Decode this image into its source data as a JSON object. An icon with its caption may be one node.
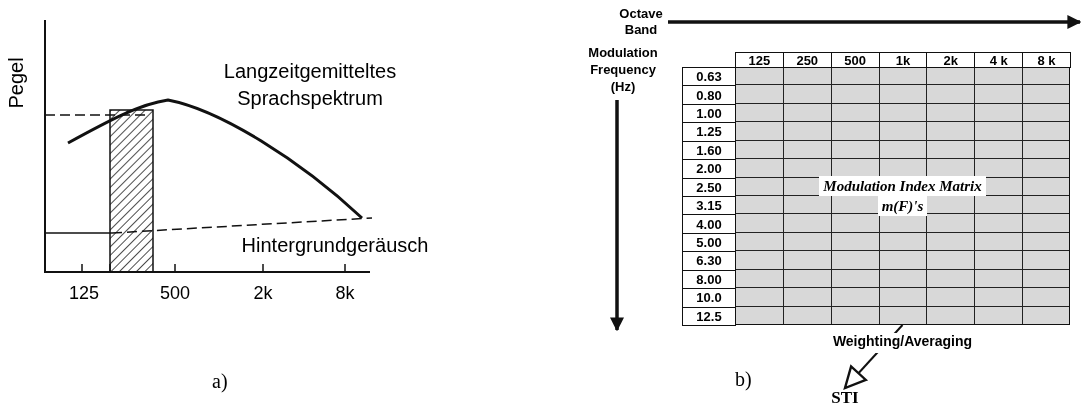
{
  "diagram": {
    "nodes": [
      {
        "text": [
          "Modulation Index Matrix",
          "m(F)'s"
        ]
      },
      {
        "text": [
          "STI"
        ]
      }
    ],
    "edges": [
      {
        "from": 0,
        "to": 1,
        "arrow": "to",
        "label": "Weighting/Averaging"
      }
    ],
    "labels": [
      "Pegel",
      "Langzeitgemitteltes Sprachspektrum",
      "125",
      "500",
      "2k",
      "8k",
      "Hintergrundgeräusch",
      "a)",
      "Octave Band",
      "Modulation Frequency (Hz)",
      "125",
      "250",
      "500",
      "1k",
      "2k",
      "4 k",
      "8 k",
      "0.63",
      "0.80",
      "1.00",
      "1.25",
      "1.60",
      "2.00",
      "2.50",
      "3.15",
      "4.00",
      "5.00",
      "6.30",
      "8.00",
      "10.0",
      "12.5",
      "b)"
    ]
  }
}
